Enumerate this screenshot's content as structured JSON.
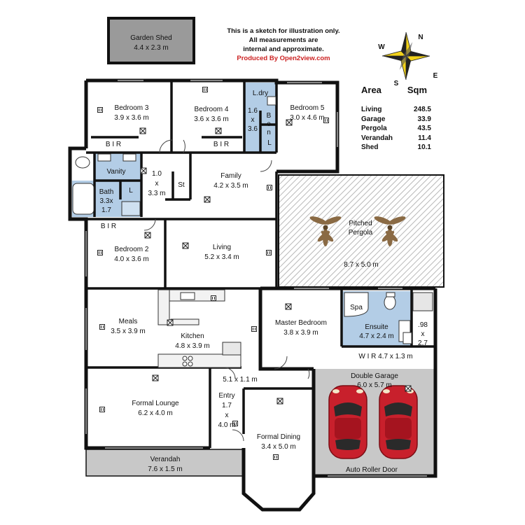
{
  "notice": {
    "line1": "This is a sketch for illustration only.",
    "line2": "All measurements are",
    "line3": "internal and approximate.",
    "credit": "Produced By Open2view.com"
  },
  "compass": {
    "n": "N",
    "e": "E",
    "s": "S",
    "w": "W"
  },
  "area_table": {
    "col_area": "Area",
    "col_sqm": "Sqm",
    "rows": [
      {
        "name": "Living",
        "value": "248.5"
      },
      {
        "name": "Garage",
        "value": "33.9"
      },
      {
        "name": "Pergola",
        "value": "43.5"
      },
      {
        "name": "Verandah",
        "value": "11.4"
      },
      {
        "name": "Shed",
        "value": "10.1"
      }
    ]
  },
  "rooms": {
    "garden_shed": {
      "name": "Garden Shed",
      "size": "4.4 x 2.3 m"
    },
    "bedroom3": {
      "name": "Bedroom 3",
      "size": "3.9 x 3.6 m"
    },
    "bedroom4": {
      "name": "Bedroom 4",
      "size": "3.6 x 3.6 m"
    },
    "laundry": {
      "name": "L.dry",
      "w": "1.6",
      "x": "x",
      "h": "3.6"
    },
    "bedroom5": {
      "name": "Bedroom 5",
      "size": "3.0 x 4.6 m"
    },
    "bir3": "B I R",
    "bir4": "B I R",
    "bir2": "B I R",
    "bench": [
      "B",
      "e",
      "n"
    ],
    "linen_l": "L",
    "vanity": "Vanity",
    "bath": {
      "name": "Bath",
      "w": "3.3x",
      "h": "1.7"
    },
    "bath_l": "L",
    "hall": {
      "w": "1.0",
      "x": "x",
      "h": "3.3 m"
    },
    "store": "St",
    "family": {
      "name": "Family",
      "size": "4.2 x 3.5 m"
    },
    "pergola": {
      "name1": "Pitched",
      "name2": "Pergola",
      "size": "8.7 x 5.0 m"
    },
    "bedroom2": {
      "name": "Bedroom 2",
      "size": "4.0 x 3.6 m"
    },
    "living": {
      "name": "Living",
      "size": "5.2 x 3.4 m"
    },
    "meals": {
      "name": "Meals",
      "size": "3.5 x 3.9 m"
    },
    "kitchen": {
      "name": "Kitchen",
      "size": "4.8 x 3.9 m"
    },
    "master": {
      "name": "Master Bedroom",
      "size": "3.8 x 3.9 m"
    },
    "spa": "Spa",
    "ensuite": {
      "name": "Ensuite",
      "size": "4.7 x 2.4 m"
    },
    "ens_small": {
      "w": ".98",
      "x": "x",
      "h": "2.7"
    },
    "wir": "W I R 4.7 x 1.3 m",
    "double_garage": {
      "name": "Double Garage",
      "size": "6.0 x 5.7 m",
      "door": "Auto Roller Door"
    },
    "passage": "5.1 x 1.1 m",
    "entry": {
      "name": "Entry",
      "w": "1.7",
      "x": "x",
      "h": "4.0 m"
    },
    "formal_lounge": {
      "name": "Formal Lounge",
      "size": "6.2 x 4.0 m"
    },
    "formal_dining": {
      "name": "Formal Dining",
      "size": "3.4 x 5.0 m"
    },
    "verandah": {
      "name": "Verandah",
      "size": "7.6 x 1.5 m"
    }
  },
  "colors": {
    "wall": "#111111",
    "wet_area": "#b3cde6",
    "outdoor": "#c8c8c8",
    "shed": "#9a9a9a",
    "pergola_hatch": "#bbbbbb",
    "car_body": "#c8202c",
    "compass_gold": "#f2d21a"
  },
  "icons": [
    "compass-rose-icon",
    "ceiling-fan-icon",
    "car-icon",
    "power-point-icon",
    "smoke-detector-icon"
  ]
}
